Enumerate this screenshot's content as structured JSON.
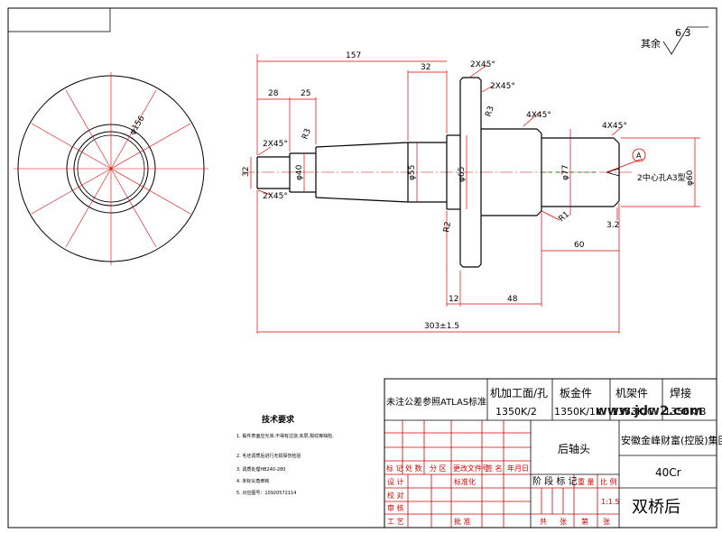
{
  "surface_finish": {
    "label": "其余",
    "value": "6.3"
  },
  "front_view": {
    "diameter_label": "φ156"
  },
  "dims": {
    "total_len": "157",
    "d32_top": "32",
    "d28": "28",
    "d25": "25",
    "d303": "303±1.5",
    "d12": "12",
    "d48": "48",
    "d60h": "60",
    "phi32": "32",
    "phi40": "φ40",
    "phi55": "φ55",
    "phi65": "φ65",
    "phi77": "φ77",
    "phi60": "φ60",
    "r3a": "R3",
    "r3b": "R3",
    "r2": "R2",
    "r1": "R1",
    "v3_2": "3.2",
    "ch1": "2X45°",
    "ch2": "2X45°",
    "ch3": "2X45°",
    "ch4": "2X45°",
    "ch5": "4X45°",
    "ch6": "4X45°",
    "center_hole": "2中心孔A3型",
    "datum": "A"
  },
  "tech_req": {
    "title": "技术要求",
    "items": [
      "1.  锻件表面应光滑,不得有过烧,夹层,裂纹等缺陷.",
      "2.  毛坯调质后进行无损探伤检验",
      "3.  调质处理HB240-280",
      "4.  未标尖角倒钝",
      "5.  对应图号：10920572114"
    ]
  },
  "title_block": {
    "row1": [
      "未注公差参照ATLAS标准",
      "机加工面/孔",
      "板金件",
      "机架件",
      "焊接"
    ],
    "row1b": [
      "1350K/2",
      "1350K/1K",
      "1353K/C",
      "1356K/B"
    ],
    "left_rows": [
      "标 记",
      "处 数",
      "分 区",
      "更改文件号",
      "签 名",
      "年月日"
    ],
    "left_labels": [
      "设 计",
      "标准化",
      "校 对",
      "审 核",
      "工 艺",
      "批 准"
    ],
    "stage_header": [
      "阶 段 标 记",
      "重 量",
      "比 例"
    ],
    "scale": "1:1.5",
    "sheet": [
      "共",
      "张",
      "第",
      "张"
    ],
    "part_name": "后轴头",
    "company": "安徽金峰财富(控股)集团",
    "material": "40Cr",
    "assembly": "双桥后",
    "watermark": "www.jdw2.com"
  }
}
